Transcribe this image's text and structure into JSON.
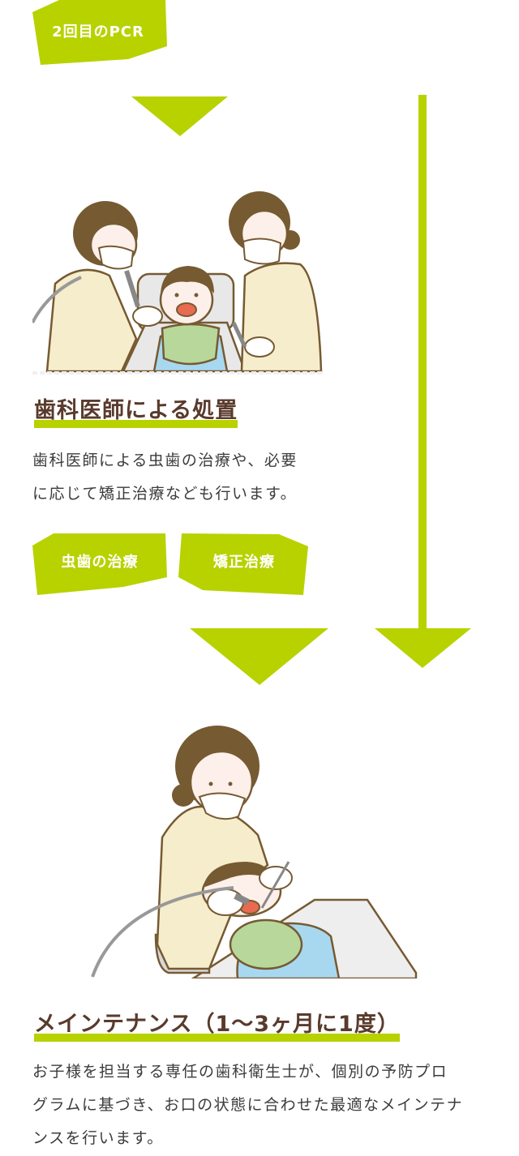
{
  "colors": {
    "accent": "#b8d200",
    "heading_text": "#5a3a2c",
    "body_text": "#3c3c3c",
    "hair": "#765a32",
    "uniform": "#f6edcc",
    "bib": "#b7d89a",
    "gown": "#a8d8f0"
  },
  "top_tag": {
    "label": "2回目のPCR"
  },
  "section_treatment": {
    "illustration": "dentist-treating-child-illustration",
    "title": "歯科医師による処置",
    "description_lines": [
      "歯科医師による虫歯の治療や、必要",
      "に応じて矯正治療なども行います。"
    ],
    "tags": [
      {
        "label": "虫歯の治療"
      },
      {
        "label": "矯正治療"
      }
    ]
  },
  "section_maintenance": {
    "illustration": "hygienist-cleaning-teeth-illustration",
    "title": "メインテナンス（1〜3ヶ月に1度）",
    "description_lines": [
      "お子様を担当する専任の歯科衛生士が、個別の予防プロ",
      "グラムに基づき、お口の状態に合わせた最適なメインテナ",
      "ンスを行います。"
    ]
  },
  "arrows": {
    "top": "arrow-down-icon",
    "middle": "arrow-down-icon",
    "side_flow": "arrow-down-icon"
  }
}
